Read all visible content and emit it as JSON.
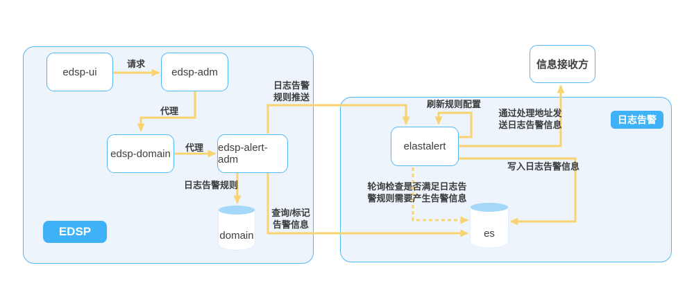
{
  "diagram": {
    "groups": {
      "edsp": {
        "label": "EDSP"
      },
      "log_alert": {
        "label": "日志告警"
      }
    },
    "nodes": {
      "edsp_ui": {
        "label": "edsp-ui"
      },
      "edsp_adm": {
        "label": "edsp-adm"
      },
      "edsp_domain": {
        "label": "edsp-domain"
      },
      "edsp_alert_adm": {
        "label": "edsp-alert-adm"
      },
      "domain_db": {
        "label": "domain",
        "type": "database"
      },
      "elastalert": {
        "label": "elastalert"
      },
      "es_db": {
        "label": "es",
        "type": "database"
      },
      "receiver": {
        "label": "信息接收方"
      }
    },
    "edge_labels": {
      "request": "请求",
      "proxy_to_domain": "代理",
      "proxy_to_alert_adm": "代理",
      "log_alert_rule": "日志告警规则",
      "rule_push": "日志告警\n规则推送",
      "query_mark": "查询/标记\n告警信息",
      "refresh_rule_config": "刷新规则配置",
      "send_via_handler": "通过处理地址发\n送日志告警信息",
      "write_alert_info": "写入日志告警信息",
      "poll_check": "轮询检查是否满足日志告\n警规则需要产生告警信息"
    },
    "colors": {
      "container_fill": "#EDF4FC",
      "container_border": "#52B7F4",
      "node_border": "#52B7F4",
      "badge_fill": "#3EB1F7",
      "arrow": "#F9D370",
      "cylinder_top": "#A4D7F8",
      "text": "#3C3C3C"
    }
  }
}
